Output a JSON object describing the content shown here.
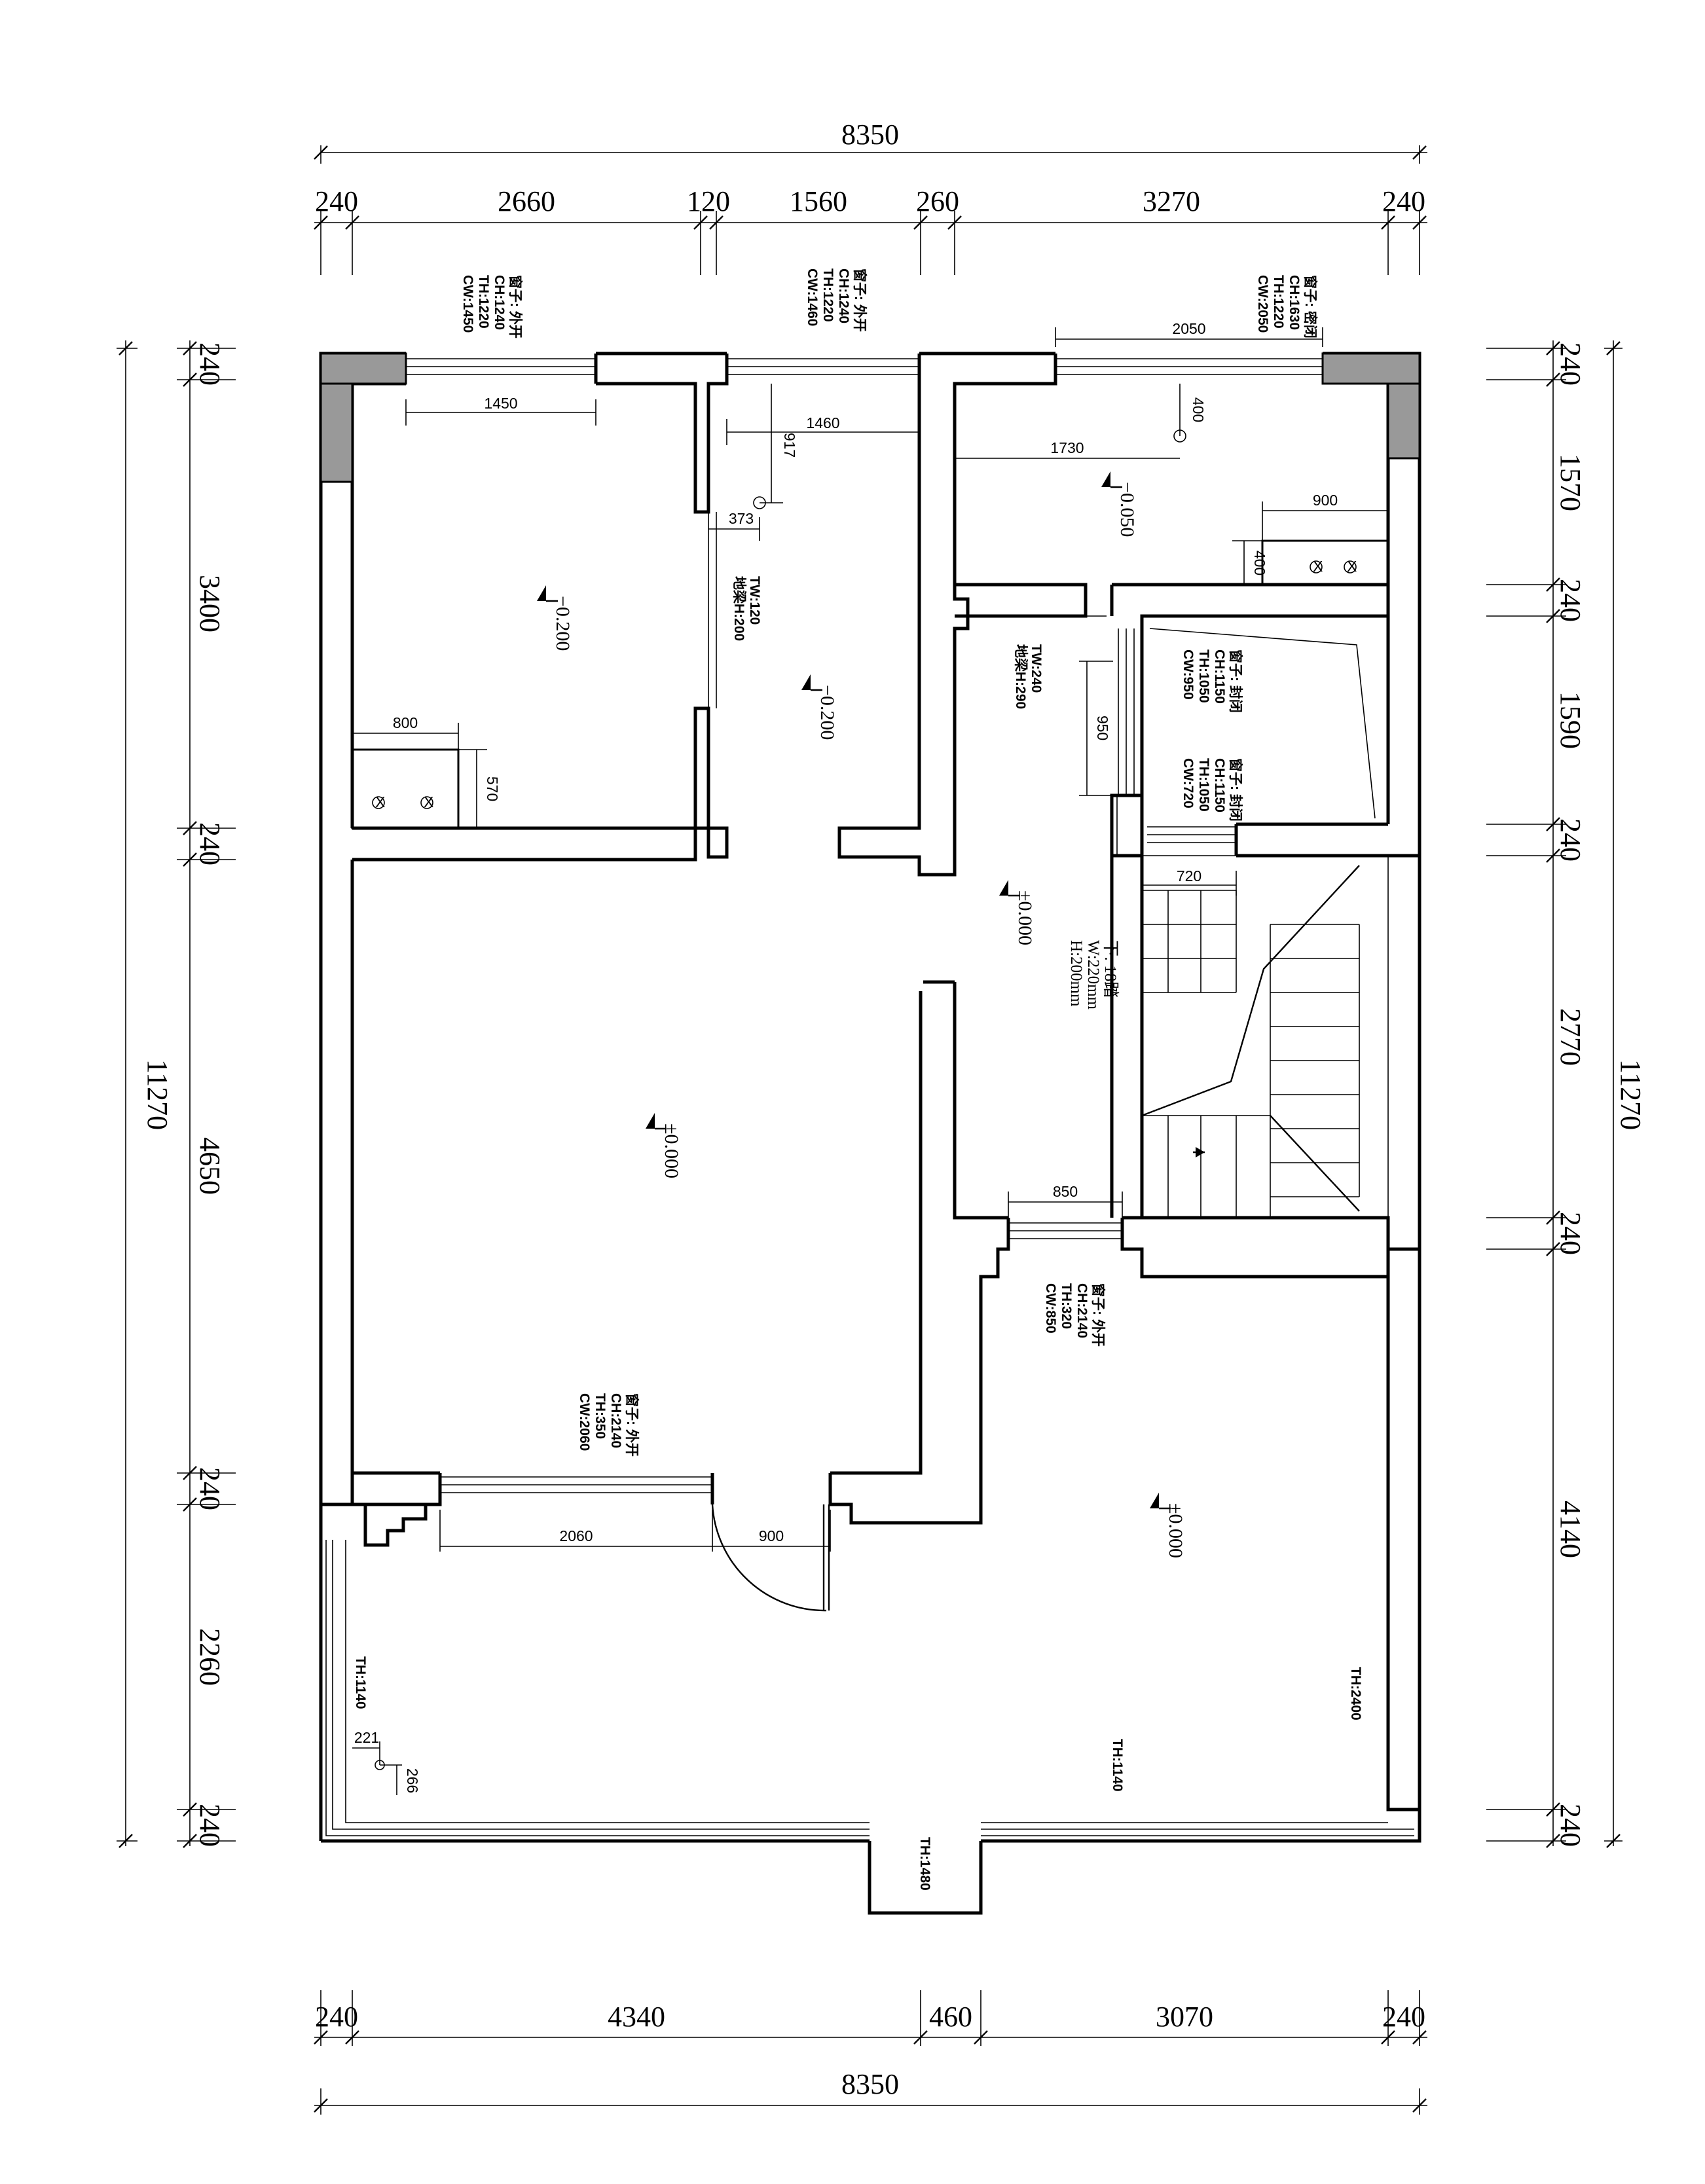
{
  "top": {
    "overall": "8350",
    "segments": [
      "240",
      "2660",
      "120",
      "1560",
      "260",
      "3270",
      "240"
    ]
  },
  "bottom": {
    "overall": "8350",
    "segments": [
      "240",
      "4340",
      "460",
      "3070",
      "240"
    ]
  },
  "left": {
    "overall": "11270",
    "segments": [
      "240",
      "3400",
      "240",
      "4650",
      "240",
      "2260",
      "240"
    ]
  },
  "right": {
    "overall": "11270",
    "segments": [
      "240",
      "1570",
      "240",
      "1590",
      "240",
      "2770",
      "240",
      "4140",
      "240"
    ]
  },
  "windows": {
    "w1": [
      "窗子: 外开",
      "CH:1240",
      "TH:1220",
      "CW:1450"
    ],
    "w2": [
      "窗子: 外开",
      "CH:1240",
      "TH:1220",
      "CW:1460"
    ],
    "w3": [
      "窗子: 密闭",
      "CH:1630",
      "TH:1220",
      "CW:2050"
    ],
    "w4": [
      "窗子: 封闭",
      "CH:1150",
      "TH:1050",
      "CW:950"
    ],
    "w5": [
      "窗子: 封闭",
      "CH:1150",
      "TH:1050",
      "CW:720"
    ],
    "w6": [
      "窗子: 外开",
      "CH:2140",
      "TH:320",
      "CW:850"
    ],
    "w7": [
      "窗子: 外开",
      "CH:2140",
      "TH:350",
      "CW:2060"
    ]
  },
  "openings": {
    "o1": [
      "TW:120",
      "地梁H:200"
    ],
    "o2": [
      "TW:240",
      "地梁H:290"
    ]
  },
  "inner_dims": {
    "d1450": "1450",
    "d1460": "1460",
    "d917": "917",
    "d373": "373",
    "d2050": "2050",
    "d400a": "400",
    "d1730": "1730",
    "d900a": "900",
    "d400b": "400",
    "d800": "800",
    "d570": "570",
    "d950": "950",
    "d720": "720",
    "d850": "850",
    "d2060": "2060",
    "d900b": "900",
    "d221": "221",
    "d266": "266"
  },
  "elevations": {
    "e1": "−0.200",
    "e2": "−0.200",
    "e3": "−0.050",
    "e4": "±0.000",
    "e5": "±0.000",
    "e6": "±0.000"
  },
  "stair_note": [
    "下: 18踏",
    "W:220mm",
    "H:200mm"
  ],
  "heights": {
    "h1": "TH:1140",
    "h2": "TH:2400",
    "h3": "TH:1140",
    "h4": "TH:1480"
  }
}
